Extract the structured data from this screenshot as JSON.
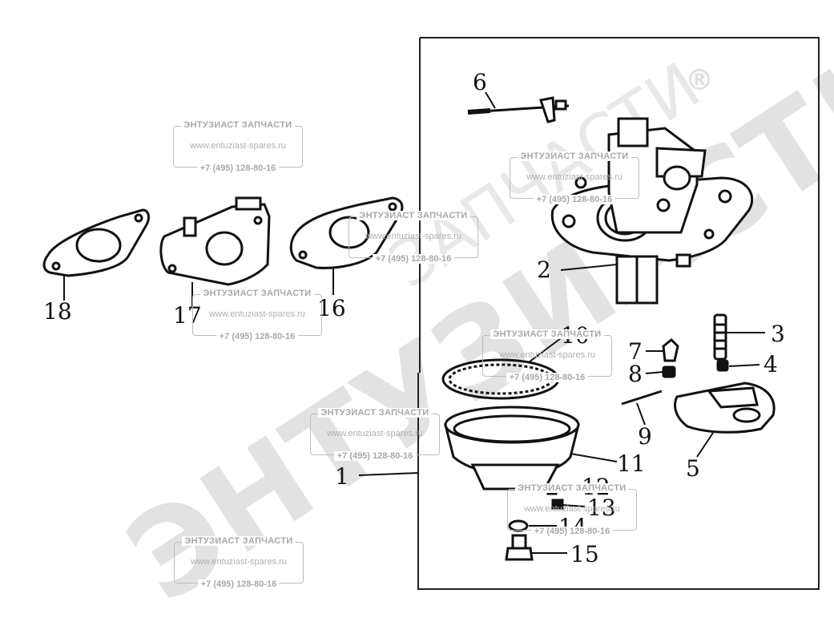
{
  "watermark": {
    "big_text": "ЭНТУЗИАСТ!",
    "small_text": "ЗАПЧАСТИ",
    "registered": "®"
  },
  "stamp": {
    "name": "ЭНТУЗИАСТ ЗАПЧАСТИ",
    "url": "www.entuziast-spares.ru",
    "phone": "+7 (495) 128-80-16"
  },
  "callouts": {
    "p1": "1",
    "p2": "2",
    "p3": "3",
    "p4": "4",
    "p5": "5",
    "p6": "6",
    "p7": "7",
    "p8": "8",
    "p9": "9",
    "p10": "10",
    "p11": "11",
    "p12": "12",
    "p13": "13",
    "p14": "14",
    "p15": "15",
    "p16": "16",
    "p17": "17",
    "p18": "18"
  }
}
